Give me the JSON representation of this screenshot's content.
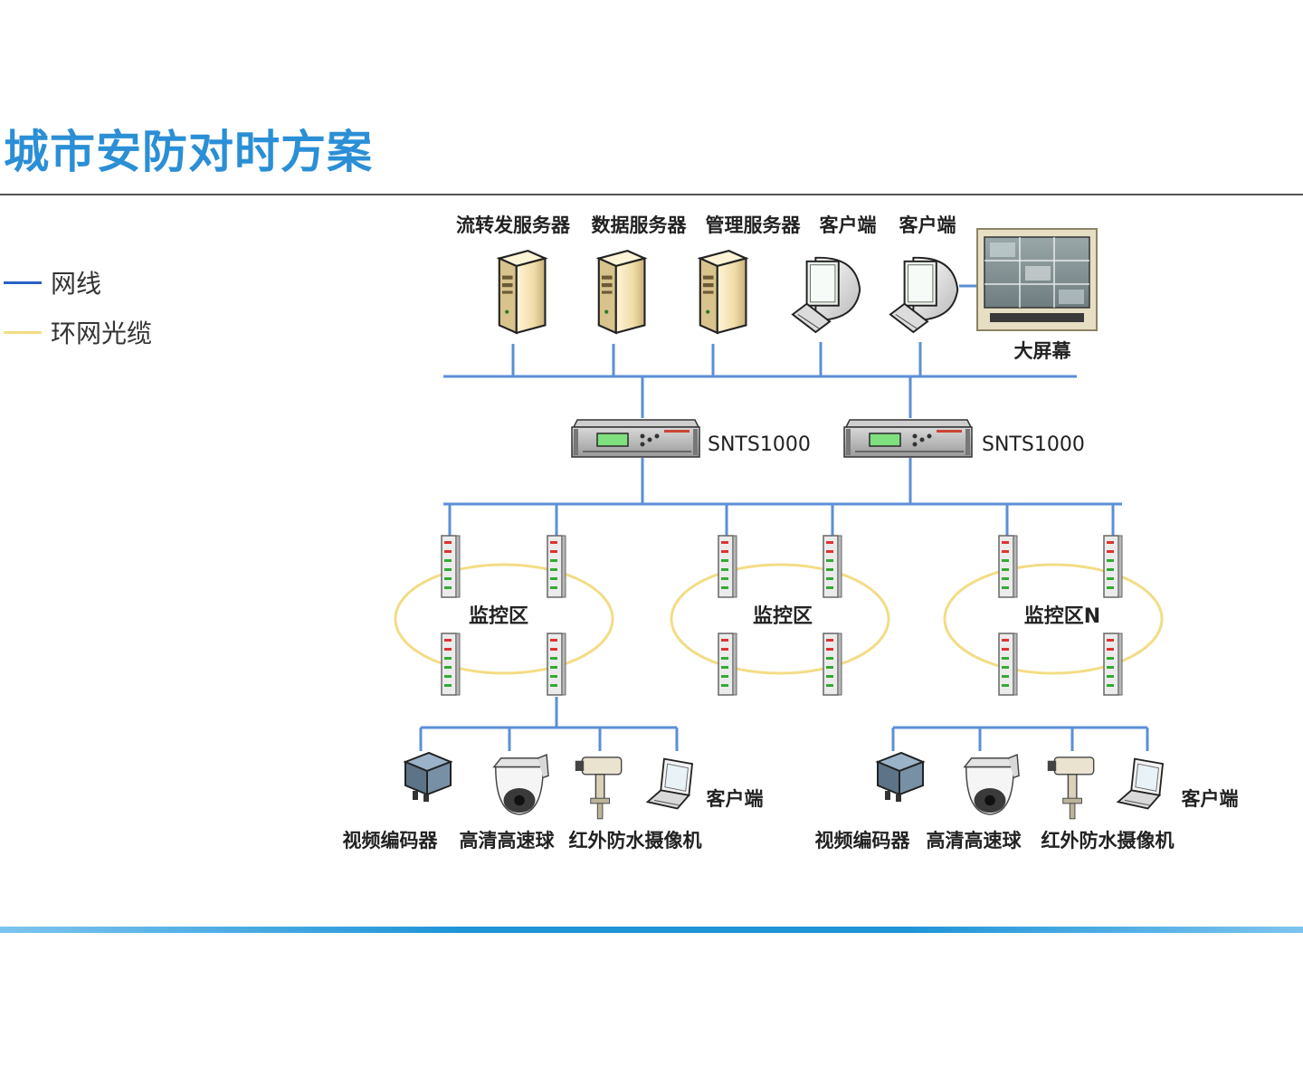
{
  "title": "城市安防对时方案",
  "legend": [
    {
      "label": "网线",
      "color": "#2a5fc4",
      "icon": "line-icon"
    },
    {
      "label": "环网光缆",
      "color": "#f3dc85",
      "icon": "line-icon"
    }
  ],
  "colors": {
    "network": "#5b8fd6",
    "ring": "#f3dc85",
    "title": "#2b8fd6"
  },
  "top_devices": [
    {
      "label": "流转发服务器",
      "icon": "server-icon"
    },
    {
      "label": "数据服务器",
      "icon": "server-icon"
    },
    {
      "label": "管理服务器",
      "icon": "server-icon"
    },
    {
      "label": "客户端",
      "icon": "desktop-computer-icon"
    },
    {
      "label": "客户端",
      "icon": "desktop-computer-icon"
    }
  ],
  "big_screen": {
    "label": "大屏幕",
    "icon": "video-wall-icon"
  },
  "time_servers": [
    {
      "model": "SNTS1000",
      "icon": "rack-server-icon"
    },
    {
      "model": "SNTS1000",
      "icon": "rack-server-icon"
    }
  ],
  "zones": [
    {
      "label": "监控区"
    },
    {
      "label": "监控区"
    },
    {
      "label": "监控区N"
    }
  ],
  "edge_groups": [
    {
      "devices": [
        {
          "label": "视频编码器",
          "icon": "video-encoder-icon"
        },
        {
          "label": "高清高速球",
          "icon": "dome-camera-icon"
        },
        {
          "label": "红外防水摄像机",
          "icon": "bullet-camera-icon"
        },
        {
          "label": "客户端",
          "icon": "laptop-icon"
        }
      ]
    },
    {
      "devices": [
        {
          "label": "视频编码器",
          "icon": "video-encoder-icon"
        },
        {
          "label": "高清高速球",
          "icon": "dome-camera-icon"
        },
        {
          "label": "红外防水摄像机",
          "icon": "bullet-camera-icon"
        },
        {
          "label": "客户端",
          "icon": "laptop-icon"
        }
      ]
    }
  ]
}
